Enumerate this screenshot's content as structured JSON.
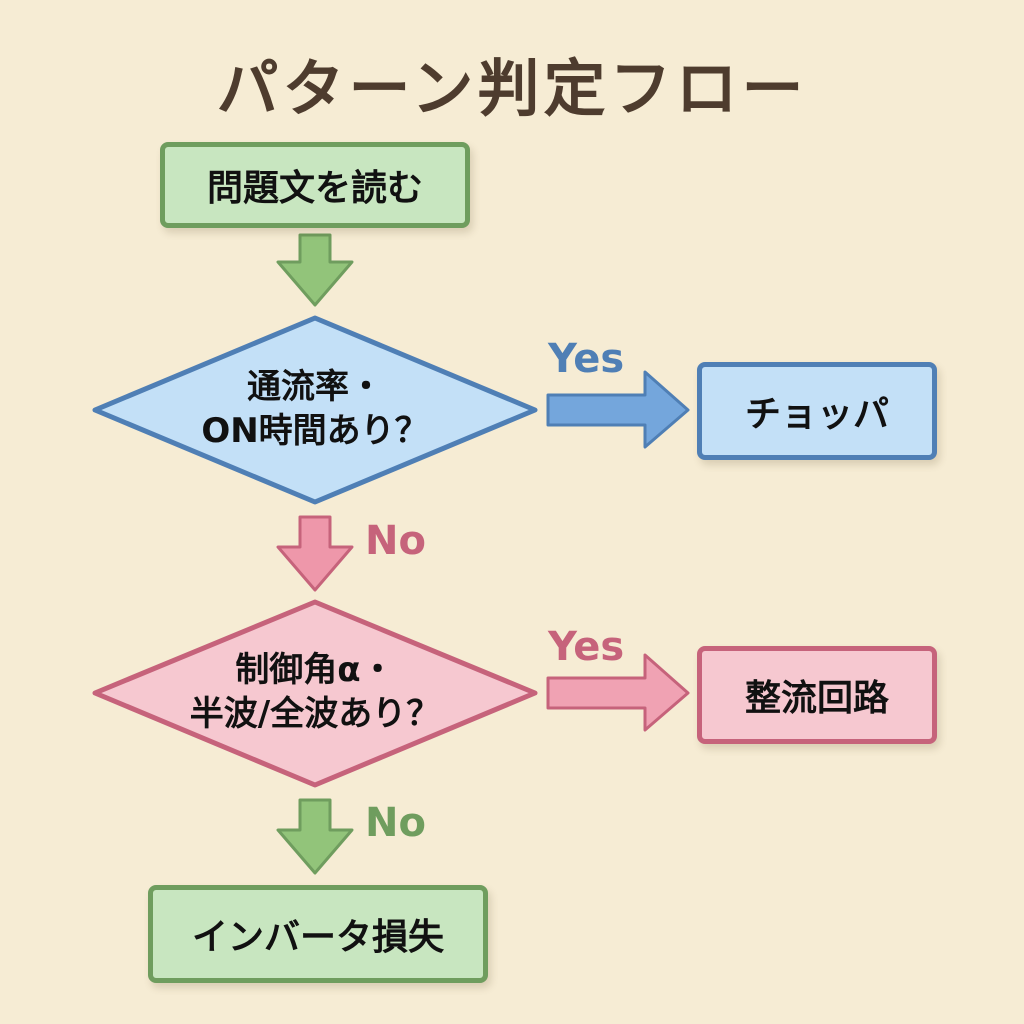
{
  "title": "パターン判定フロー",
  "colors": {
    "background": "#f6ecd4",
    "green_fill": "#c8e6c0",
    "green_border": "#6f9d5e",
    "blue_fill": "#c3e0f7",
    "blue_border": "#4f7fb5",
    "pink_fill": "#f6c8d0",
    "pink_border": "#c6637b"
  },
  "nodes": {
    "start": "問題文を読む",
    "decision1": {
      "line1": "通流率・",
      "line2": "ON時間あり？"
    },
    "result1": "チョッパ",
    "decision2": {
      "line1": "制御角α・",
      "line2": "半波/全波あり？"
    },
    "result2": "整流回路",
    "end": "インバータ損失"
  },
  "edges": {
    "d1_yes": "Yes",
    "d1_no": "No",
    "d2_yes": "Yes",
    "d2_no": "No"
  }
}
